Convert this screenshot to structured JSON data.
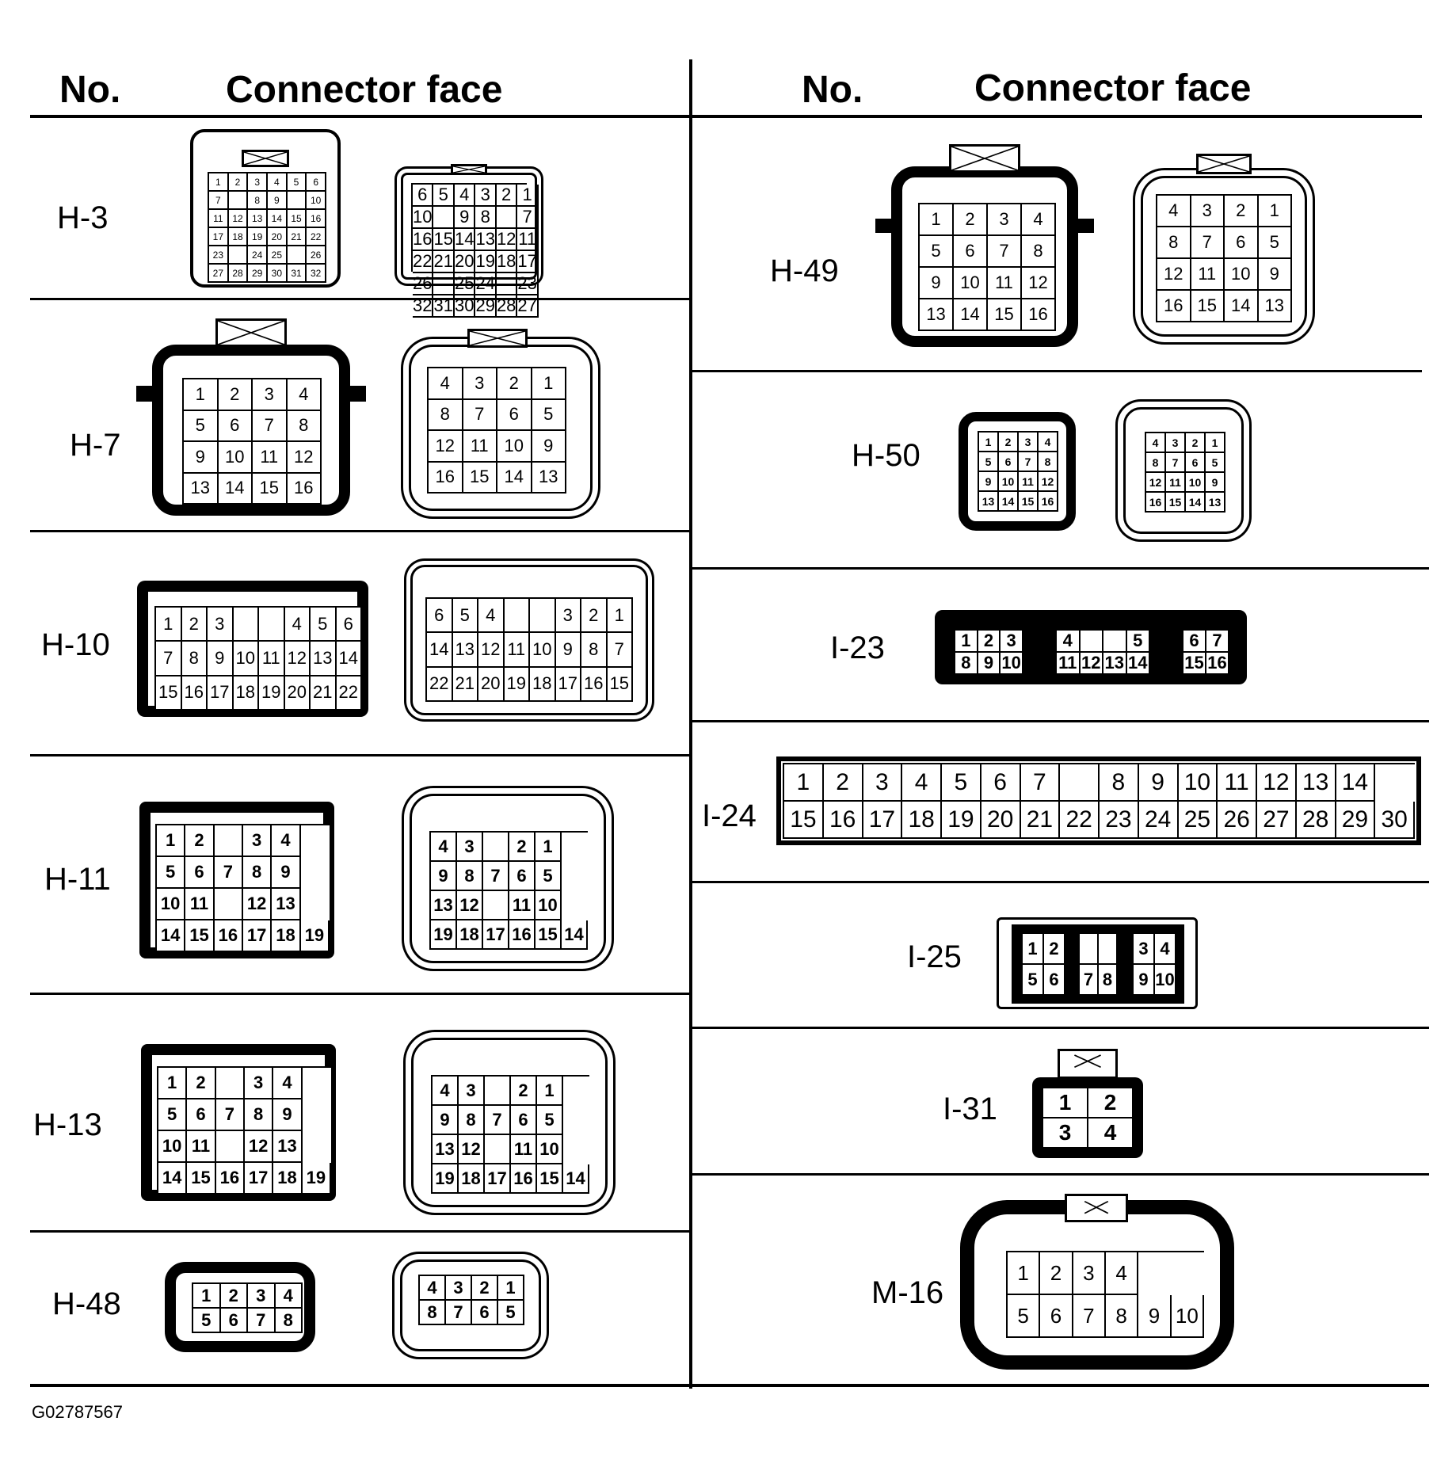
{
  "headers": {
    "left_no": "No.",
    "left_face": "Connector face",
    "right_no": "No.",
    "right_face": "Connector face"
  },
  "figure_code": "G02787567",
  "connectors": [
    {
      "id": "H-3",
      "male": [
        [
          "1",
          "2",
          "3",
          "4",
          "5",
          "6"
        ],
        [
          "7",
          "",
          "8",
          "9",
          "",
          "10"
        ],
        [
          "11",
          "12",
          "13",
          "14",
          "15",
          "16"
        ],
        [
          "17",
          "18",
          "19",
          "20",
          "21",
          "22"
        ],
        [
          "23",
          "",
          "24",
          "25",
          "",
          "26"
        ],
        [
          "27",
          "28",
          "29",
          "30",
          "31",
          "32"
        ]
      ],
      "female": [
        [
          "6",
          "5",
          "4",
          "3",
          "2",
          "1"
        ],
        [
          "10",
          "",
          "9",
          "8",
          "",
          "7"
        ],
        [
          "16",
          "15",
          "14",
          "13",
          "12",
          "11"
        ],
        [
          "22",
          "21",
          "20",
          "19",
          "18",
          "17"
        ],
        [
          "26",
          "",
          "25",
          "24",
          "",
          "23"
        ],
        [
          "32",
          "31",
          "30",
          "29",
          "28",
          "27"
        ]
      ]
    },
    {
      "id": "H-7",
      "male": [
        [
          "1",
          "2",
          "3",
          "4"
        ],
        [
          "5",
          "6",
          "7",
          "8"
        ],
        [
          "9",
          "10",
          "11",
          "12"
        ],
        [
          "13",
          "14",
          "15",
          "16"
        ]
      ],
      "female": [
        [
          "4",
          "3",
          "2",
          "1"
        ],
        [
          "8",
          "7",
          "6",
          "5"
        ],
        [
          "12",
          "11",
          "10",
          "9"
        ],
        [
          "16",
          "15",
          "14",
          "13"
        ]
      ]
    },
    {
      "id": "H-10",
      "male": [
        [
          "1",
          "2",
          "3",
          "",
          "",
          "4",
          "5",
          "6"
        ],
        [
          "7",
          "8",
          "9",
          "10",
          "11",
          "12",
          "13",
          "14"
        ],
        [
          "15",
          "16",
          "17",
          "18",
          "19",
          "20",
          "21",
          "22"
        ]
      ],
      "female": [
        [
          "6",
          "5",
          "4",
          "",
          "",
          "3",
          "2",
          "1"
        ],
        [
          "14",
          "13",
          "12",
          "11",
          "10",
          "9",
          "8",
          "7"
        ],
        [
          "22",
          "21",
          "20",
          "19",
          "18",
          "17",
          "16",
          "15"
        ]
      ]
    },
    {
      "id": "H-11",
      "male": [
        [
          "1",
          "2",
          "",
          "3",
          "4"
        ],
        [
          "5",
          "6",
          "7",
          "8",
          "9"
        ],
        [
          "10",
          "11",
          "",
          "12",
          "13"
        ],
        [
          "14",
          "15",
          "16",
          "17",
          "18",
          "19"
        ]
      ],
      "female": [
        [
          "4",
          "3",
          "",
          "2",
          "1"
        ],
        [
          "9",
          "8",
          "7",
          "6",
          "5"
        ],
        [
          "13",
          "12",
          "",
          "11",
          "10"
        ],
        [
          "19",
          "18",
          "17",
          "16",
          "15",
          "14"
        ]
      ]
    },
    {
      "id": "H-13",
      "male": [
        [
          "1",
          "2",
          "",
          "3",
          "4"
        ],
        [
          "5",
          "6",
          "7",
          "8",
          "9"
        ],
        [
          "10",
          "11",
          "",
          "12",
          "13"
        ],
        [
          "14",
          "15",
          "16",
          "17",
          "18",
          "19"
        ]
      ],
      "female": [
        [
          "4",
          "3",
          "",
          "2",
          "1"
        ],
        [
          "9",
          "8",
          "7",
          "6",
          "5"
        ],
        [
          "13",
          "12",
          "",
          "11",
          "10"
        ],
        [
          "19",
          "18",
          "17",
          "16",
          "15",
          "14"
        ]
      ]
    },
    {
      "id": "H-48",
      "male": [
        [
          "1",
          "2",
          "3",
          "4"
        ],
        [
          "5",
          "6",
          "7",
          "8"
        ]
      ],
      "female": [
        [
          "4",
          "3",
          "2",
          "1"
        ],
        [
          "8",
          "7",
          "6",
          "5"
        ]
      ]
    },
    {
      "id": "H-49",
      "male": [
        [
          "1",
          "2",
          "3",
          "4"
        ],
        [
          "5",
          "6",
          "7",
          "8"
        ],
        [
          "9",
          "10",
          "11",
          "12"
        ],
        [
          "13",
          "14",
          "15",
          "16"
        ]
      ],
      "female": [
        [
          "4",
          "3",
          "2",
          "1"
        ],
        [
          "8",
          "7",
          "6",
          "5"
        ],
        [
          "12",
          "11",
          "10",
          "9"
        ],
        [
          "16",
          "15",
          "14",
          "13"
        ]
      ]
    },
    {
      "id": "H-50",
      "male": [
        [
          "1",
          "2",
          "3",
          "4"
        ],
        [
          "5",
          "6",
          "7",
          "8"
        ],
        [
          "9",
          "10",
          "11",
          "12"
        ],
        [
          "13",
          "14",
          "15",
          "16"
        ]
      ],
      "female": [
        [
          "4",
          "3",
          "2",
          "1"
        ],
        [
          "8",
          "7",
          "6",
          "5"
        ],
        [
          "12",
          "11",
          "10",
          "9"
        ],
        [
          "16",
          "15",
          "14",
          "13"
        ]
      ]
    },
    {
      "id": "I-23",
      "blocks": [
        [
          [
            "1",
            "2",
            "3"
          ],
          [
            "8",
            "9",
            "10"
          ]
        ],
        [
          [
            "4",
            "",
            "",
            "5"
          ],
          [
            "11",
            "12",
            "13",
            "14"
          ]
        ],
        [
          [
            "6",
            "7"
          ],
          [
            "15",
            "16"
          ]
        ]
      ]
    },
    {
      "id": "I-24",
      "rows": [
        [
          "1",
          "2",
          "3",
          "4",
          "5",
          "6",
          "7",
          "",
          "8",
          "9",
          "10",
          "11",
          "12",
          "13",
          "14"
        ],
        [
          "15",
          "16",
          "17",
          "18",
          "19",
          "20",
          "21",
          "22",
          "23",
          "24",
          "25",
          "26",
          "27",
          "28",
          "29",
          "30"
        ]
      ]
    },
    {
      "id": "I-25",
      "blocks": [
        [
          [
            "1",
            "2"
          ],
          [
            "5",
            "6"
          ]
        ],
        [
          [
            "",
            ""
          ],
          [
            "7",
            "8"
          ]
        ],
        [
          [
            "3",
            "4"
          ],
          [
            "9",
            "10"
          ]
        ]
      ]
    },
    {
      "id": "I-31",
      "male": [
        [
          "1",
          "2"
        ],
        [
          "3",
          "4"
        ]
      ]
    },
    {
      "id": "M-16",
      "rows": [
        [
          "1",
          "2",
          "3",
          "4"
        ],
        [
          "5",
          "6",
          "7",
          "8",
          "9",
          "10"
        ]
      ]
    }
  ]
}
